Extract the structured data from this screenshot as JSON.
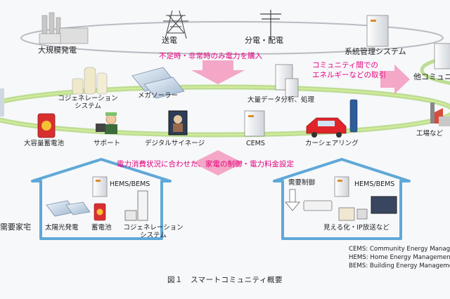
{
  "labels": {
    "power_plant": "大規模発電",
    "transmission": "送電",
    "distribution": "分電・配電",
    "grid_mgmt": "系統管理システム",
    "buy_shortage": "不足時・非常時のみ電力を購入",
    "inter_community": "コミュニティ間での",
    "inter_community2": "エネルギーなどの取引",
    "other_community": "他コミュニ",
    "cogeneration": "コジェネレーション",
    "cogeneration2": "システム",
    "megasolar": "メガソーラー",
    "big_data": "大量データ分析、処理",
    "big_battery": "大容量蓄電池",
    "support": "サポート",
    "signage": "デジタルサイネージ",
    "cems": "CEMS",
    "car_sharing": "カーシェアリング",
    "factory": "工場など",
    "control_setting": "電力消費状況に合わせた、家電の制御・電力料金設定",
    "hems_bems_left": "HEMS/BEMS",
    "house": "需要家宅",
    "solar": "太陽光発電",
    "battery": "蓄電池",
    "cogen_home": "コジェネレーション",
    "cogen_home2": "システム",
    "demand_control": "需要制御",
    "hems_bems_right": "HEMS/BEMS",
    "visualize": "見える化・IP放送など"
  },
  "notes": {
    "cems_def": "CEMS: Community Energy Manage",
    "hems_def": "HEMS: Home Energy Management",
    "bems_def": "BEMS: Building Energy Manageme"
  },
  "caption": "図１　スマートコミュニティ概要",
  "colors": {
    "ring_green": "#8cc63f",
    "arrow_pink": "#f4a7c7",
    "label_red": "#e6007e",
    "house_blue": "#5fa8d8"
  }
}
